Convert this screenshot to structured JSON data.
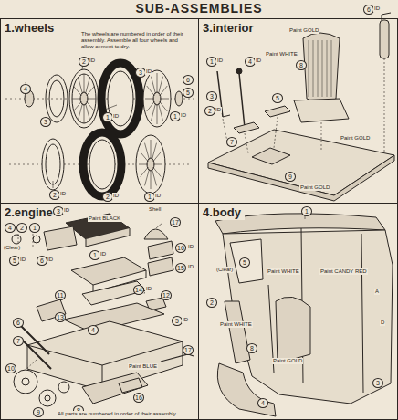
{
  "diagram": {
    "title": "SUB-ASSEMBLIES",
    "nodes": [
      {
        "text": [
          "1.wheels"
        ]
      },
      {
        "text": [
          "3.interior"
        ]
      },
      {
        "text": [
          "2.engine"
        ]
      },
      {
        "text": [
          "4.body"
        ]
      }
    ],
    "labels": [
      "The wheels are numbered in order of their assembly. Assemble all four wheels and allow cement to dry.",
      "4",
      "2",
      "ID",
      "3",
      "1",
      "ID",
      "3",
      "ID",
      "6",
      "5",
      "1",
      "ID",
      "2",
      "ID",
      "2",
      "ID",
      "1",
      "ID",
      "6",
      "ID",
      "Paint GOLD",
      "Paint WHITE",
      "8",
      "1",
      "ID",
      "4",
      "ID",
      "3",
      "2",
      "ID",
      "7",
      "5",
      "Paint GOLD",
      "9",
      "Paint GOLD",
      "3",
      "ID",
      "Paint BLACK",
      "Shell",
      "17",
      "4",
      "2",
      "(Clear)",
      "1",
      "5",
      "ID",
      "6",
      "ID",
      "1",
      "ID",
      "16",
      "ID",
      "15",
      "ID",
      "14",
      "ID",
      "11",
      "12",
      "13",
      "6",
      "5",
      "ID",
      "7",
      "4",
      "17",
      "Paint BLUE",
      "10",
      "9",
      "8",
      "16",
      "All parts are numbered in order of their assembly.",
      "1",
      "(Clear)",
      "5",
      "Paint WHITE",
      "Paint CANDY RED",
      "2",
      "Paint WHITE",
      "8",
      "Paint GOLD",
      "3",
      "4",
      "A",
      "D"
    ]
  }
}
